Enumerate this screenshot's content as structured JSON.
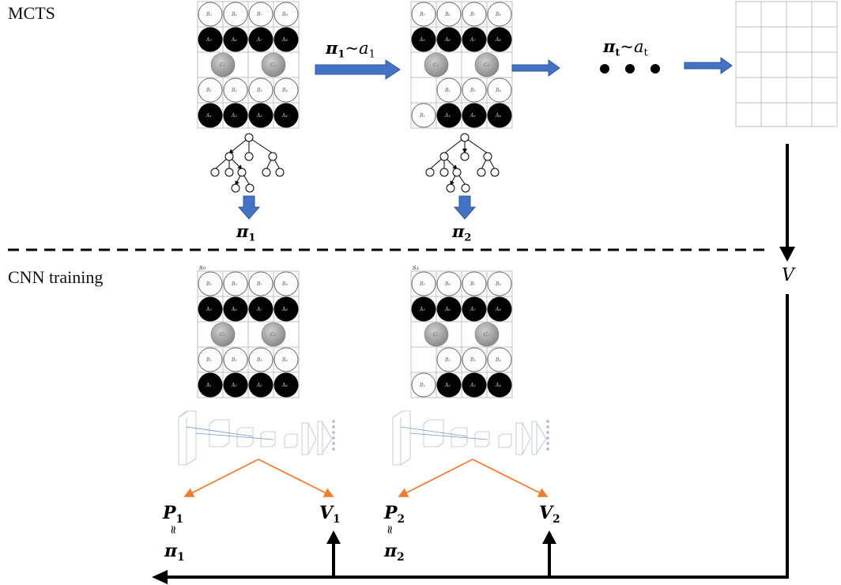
{
  "labels": {
    "mcts": "MCTS",
    "cnn_training": "CNN training"
  },
  "math": {
    "pi1_a1": {
      "base": "π",
      "sub": "1",
      "tilde": "~",
      "a": "a",
      "a_sub": "1"
    },
    "pit_at": {
      "base": "π",
      "sub": "t",
      "tilde": "~",
      "a": "a",
      "a_sub": "t"
    },
    "pi1": {
      "base": "π",
      "sub": "1"
    },
    "pi2": {
      "base": "π",
      "sub": "2"
    },
    "V": "V",
    "P1": {
      "base": "P",
      "sub": "1"
    },
    "V1": {
      "base": "V",
      "sub": "1"
    },
    "P2": {
      "base": "P",
      "sub": "2"
    },
    "V2": {
      "base": "V",
      "sub": "2"
    },
    "approx": "≈",
    "pi1_low": {
      "base": "π",
      "sub": "1"
    },
    "pi2_low": {
      "base": "π",
      "sub": "2"
    }
  },
  "state_labels": {
    "s0": "s₀",
    "s1": "s₁"
  },
  "board": {
    "row_b_top": [
      "B₅",
      "B₆",
      "B₇",
      "B₈"
    ],
    "row_a_top": [
      "A₅",
      "A₆",
      "A₇",
      "A₈"
    ],
    "row_c": [
      "C₁",
      "C₂"
    ],
    "row_b_bottom": [
      "B₁",
      "B₂",
      "B₃",
      "B₄"
    ],
    "row_a_bottom": [
      "A₁",
      "A₂",
      "A₃",
      "A₄"
    ]
  },
  "colors": {
    "accent_arrow": "#4472c4",
    "orange": "#ed7d31",
    "black": "#000000",
    "grey_piece": "#9a9a9a",
    "grid": "#bfbfbf"
  }
}
